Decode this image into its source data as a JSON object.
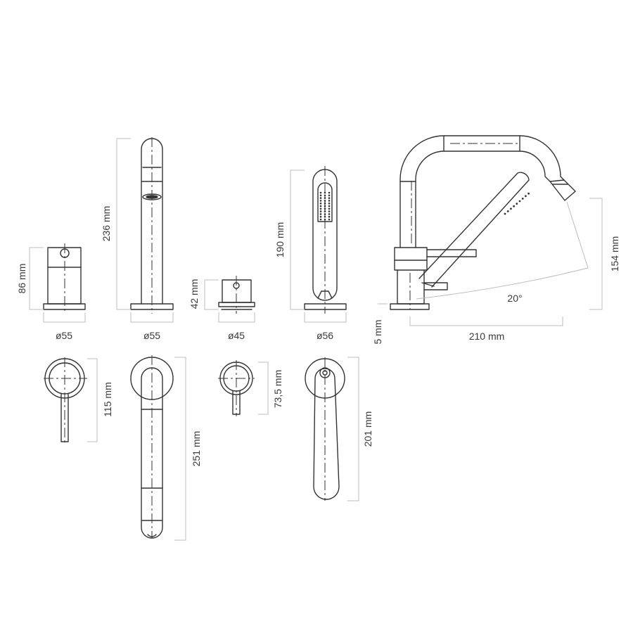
{
  "labels": {
    "mixer_height": "86 mm",
    "mixer_dia": "ø55",
    "spout_height": "236 mm",
    "spout_dia": "ø55",
    "diverter_height": "42 mm",
    "diverter_dia": "ø45",
    "shower_height": "190 mm",
    "shower_dia": "ø56",
    "base_height": "5 mm",
    "side_width": "210 mm",
    "side_angle": "20°",
    "side_height": "154 mm",
    "mixer_lever_length": "115 mm",
    "spout_reach": "251 mm",
    "diverter_lever_length": "73,5 mm",
    "shower_length": "201 mm"
  },
  "colors": {
    "line": "#333333",
    "dimension": "#bdbdbd",
    "text": "#3a3a3a"
  }
}
